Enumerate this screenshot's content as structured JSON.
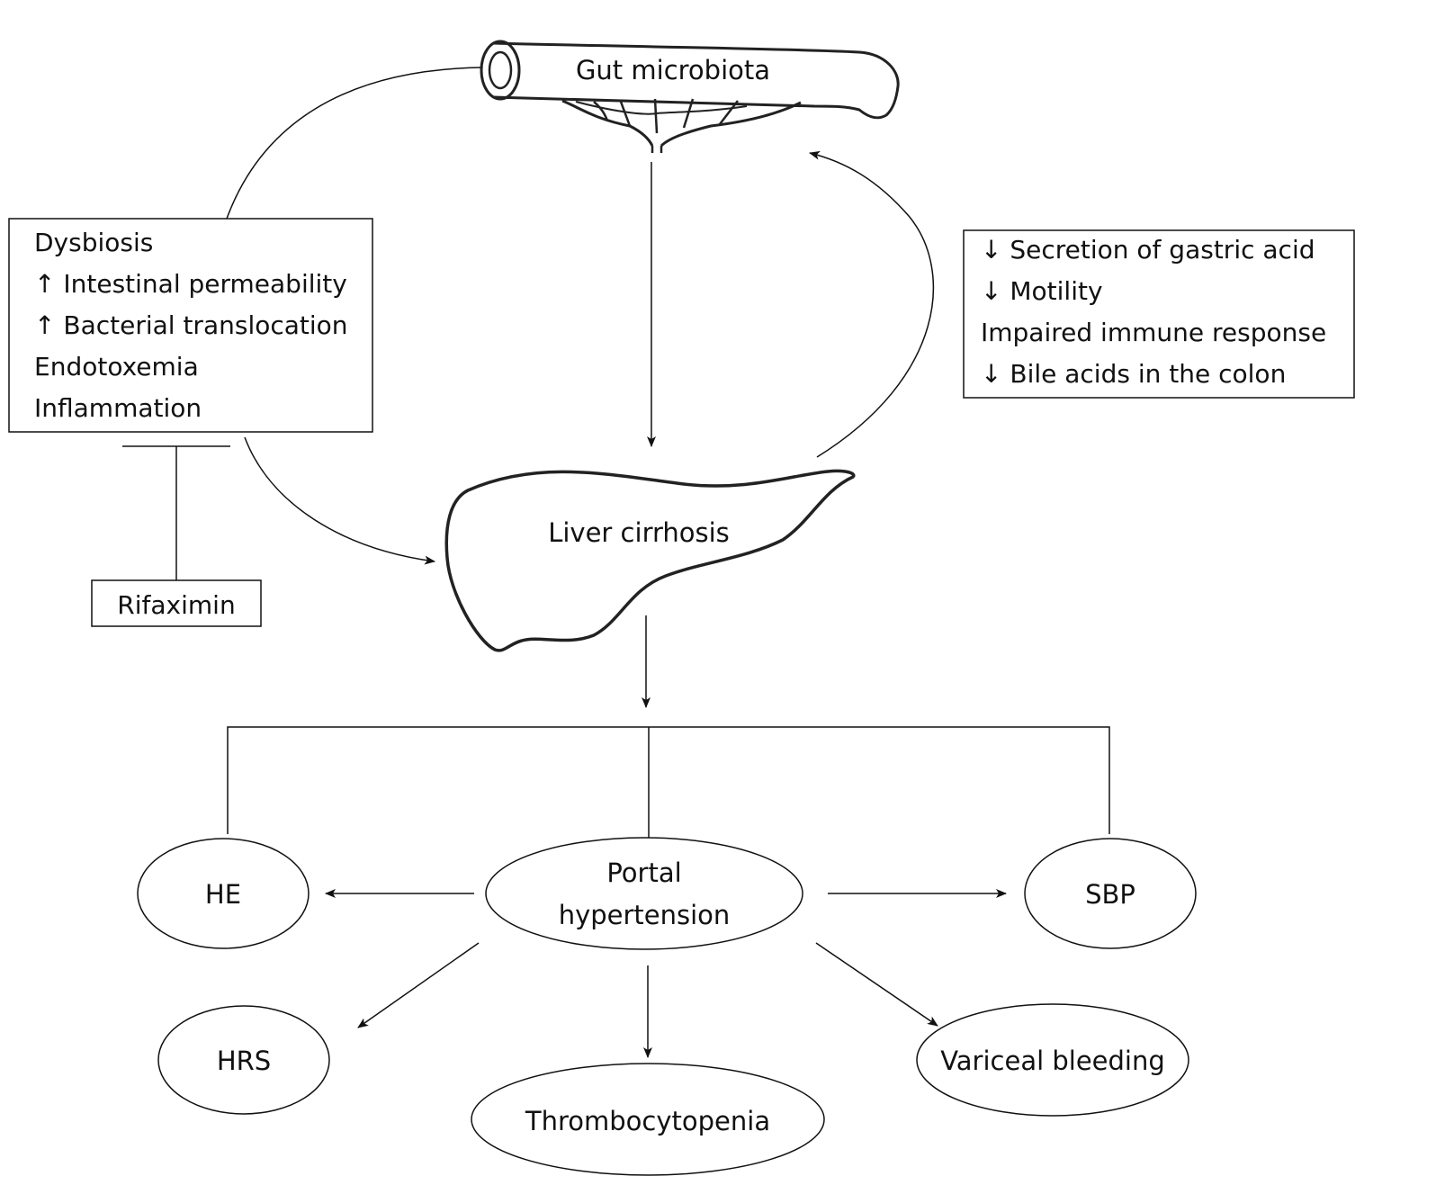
{
  "nodes": {
    "gut": "Gut microbiota",
    "liver": "Liver cirrhosis",
    "rifaximin": "Rifaximin",
    "portal_line1": "Portal",
    "portal_line2": "hypertension",
    "he": "HE",
    "sbp": "SBP",
    "hrs": "HRS",
    "thrombo": "Thrombocytopenia",
    "variceal": "Variceal bleeding"
  },
  "left_box": {
    "items": [
      "Dysbiosis",
      "↑ Intestinal permeability",
      "↑ Bacterial translocation",
      "Endotoxemia",
      "Inflammation"
    ]
  },
  "right_box": {
    "items": [
      "↓ Secretion of gastric acid",
      "↓ Motility",
      "Impaired immune response",
      "↓ Bile acids in the colon"
    ]
  },
  "colors": {
    "stroke": "#111111",
    "organ_stroke": "#222222",
    "background": "#ffffff"
  }
}
